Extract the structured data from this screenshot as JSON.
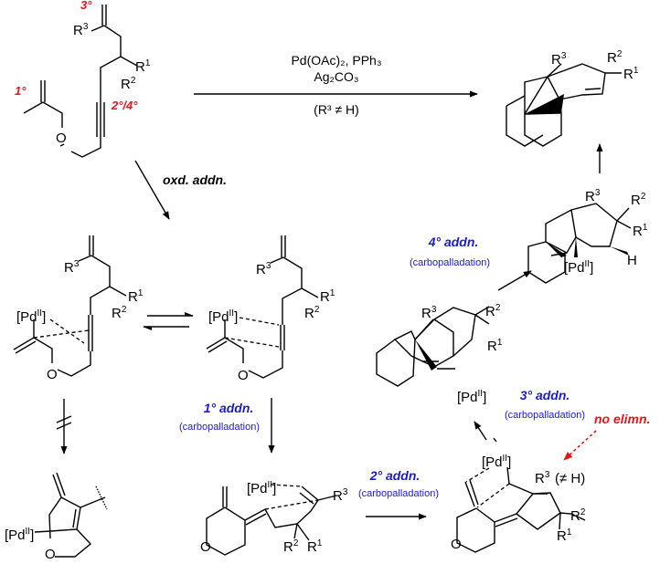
{
  "colors": {
    "bond": "#000000",
    "site_label": "#e8141c",
    "step_label": "#1a1adc",
    "no_elimination": "#e8141c"
  },
  "labels": {
    "R1": "R",
    "R1_sup": "1",
    "R2": "R",
    "R2_sup": "2",
    "R3": "R",
    "R3_sup": "3",
    "O": "O",
    "H": "H",
    "pd": "[Pd",
    "pd_sup": "II",
    "pd_close": "]",
    "ne_h": "(≠ H)"
  },
  "start_material": {
    "site_1": "1°",
    "site_3": "3°",
    "site_2_4": "2°/4°"
  },
  "reagents": {
    "line1": "Pd(OAc)₂, PPh₃",
    "line2": "Ag₂CO₃",
    "condition": "(R³ ≠ H)"
  },
  "steps": {
    "oxd_addn": "oxd. addn.",
    "addn_1": "1° addn.",
    "addn_2": "2° addn.",
    "addn_3": "3° addn.",
    "addn_4": "4° addn.",
    "carbopalladation": "(carbopalladation)",
    "no_elimn": "no elimn."
  }
}
